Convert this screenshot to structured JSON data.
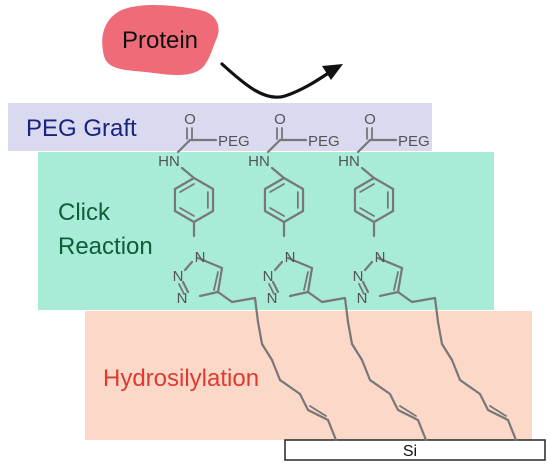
{
  "protein": {
    "label": "Protein",
    "fill": "#ef6b78"
  },
  "layers": {
    "peg": {
      "label": "PEG Graft",
      "fill": "#d9d9ef",
      "text_color": "#1a237e"
    },
    "click": {
      "label_line1": "Click",
      "label_line2": "Reaction",
      "fill": "#a8ebd6",
      "text_color": "#0d5e39"
    },
    "hydro": {
      "label": "Hydrosilylation",
      "fill": "#fbd8c8",
      "text_color": "#e03a2e"
    }
  },
  "substrate": {
    "label": "Si"
  },
  "molecule": {
    "carbonyl_o": "O",
    "peg_label": "PEG",
    "amine_label": "HN",
    "triazole_n1": "N",
    "triazole_n": "N"
  },
  "chain_count": 3
}
